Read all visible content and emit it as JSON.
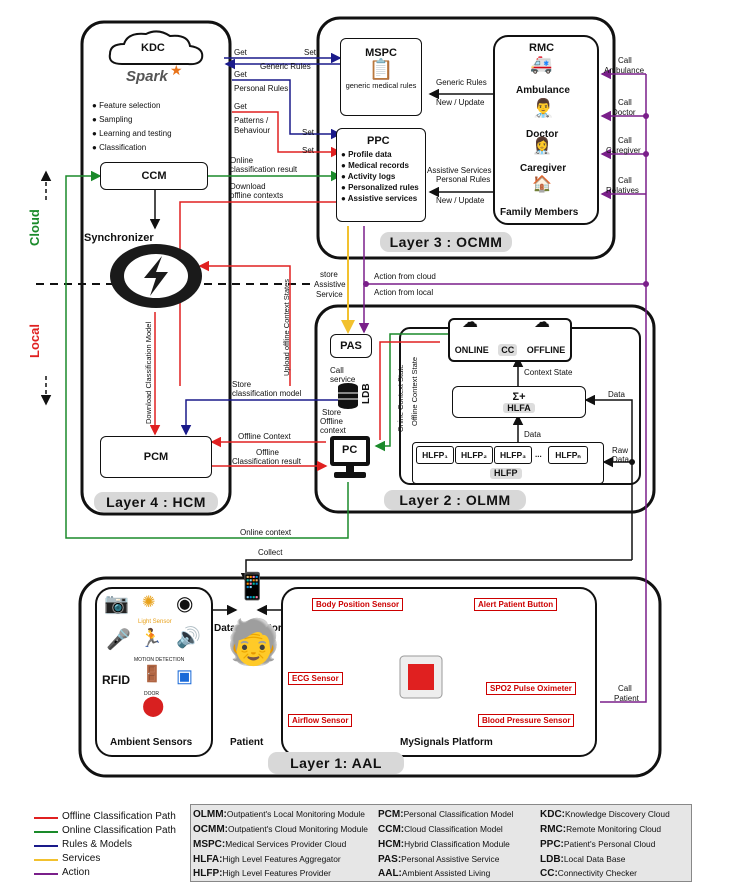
{
  "colors": {
    "offline": "#e02020",
    "online": "#1a8a2a",
    "rules": "#1a1a8a",
    "services": "#f2c12e",
    "action": "#7a1f8a"
  },
  "kdc": {
    "title": "KDC",
    "spark": "Spark",
    "items": [
      "Feature selection",
      "Sampling",
      "Learning and testing",
      "Classification"
    ]
  },
  "ccm": "CCM",
  "synchronizer": "Synchronizer",
  "pcm": "PCM",
  "cloud_label": "Cloud",
  "local_label": "Local",
  "layers": {
    "l1": "Layer 1: AAL",
    "l2": "Layer 2 : OLMM",
    "l3": "Layer 3 : OCMM",
    "l4": "Layer 4 : HCM"
  },
  "mspc": {
    "title": "MSPC",
    "sub": "generic medical rules"
  },
  "ppc": {
    "title": "PPC",
    "items": [
      "Profile data",
      "Medical records",
      "Activity logs",
      "Personalized rules",
      "Assistive services"
    ]
  },
  "rmc": {
    "title": "RMC",
    "items": [
      "Ambulance",
      "Doctor",
      "Caregiver",
      "Family Members"
    ]
  },
  "pas": "PAS",
  "ldb": "LDB",
  "pc": "PC",
  "cc": {
    "online": "ONLINE",
    "cc": "CC",
    "offline": "OFFLINE"
  },
  "hlfa": "HLFA",
  "hlfp": {
    "title": "HLFP",
    "items": [
      "HLFP₁",
      "HLFP₂",
      "HLFP₃",
      "...",
      "HLFPₙ"
    ]
  },
  "labels": {
    "get1": "Get",
    "set1": "Set",
    "generic_rules": "Generic Rules",
    "get2": "Get",
    "personal_rules": "Personal Rules",
    "get3": "Get",
    "patterns": "Patterns /",
    "behaviour": "Behaviour",
    "set2": "Set",
    "set3": "Set",
    "online_class_result": "Online",
    "online_class_result2": "classification result",
    "download_offline": "Download",
    "download_offline2": "offline contexts",
    "generic_rules_rmc": "Generic Rules",
    "new_update1": "New / Update",
    "assist_services": "Assistive Services",
    "personal_rules_rmc": "Personal Rules",
    "new_update2": "New / Update",
    "call_ambulance": "Call",
    "call_ambulance2": "Ambulance",
    "call_doctor": "Call",
    "call_doctor2": "Doctor",
    "call_caregiver": "Call",
    "call_caregiver2": "Caregiver",
    "call_relatives": "Call",
    "call_relatives2": "Relatives",
    "action_cloud": "Action from cloud",
    "action_local": "Action from local",
    "store": "store",
    "assistive": "Assistive",
    "service": "Service",
    "upload_offline": "Upload offline Context States",
    "offline_context_state": "Offline Context State",
    "online_context_state": "Onine Context State",
    "download_model": "Download Classification Model",
    "store_class_model": "Store",
    "store_class_model2": "classification model",
    "call": "Call",
    "service2": "service",
    "store_off": "Store",
    "store_off2": "Offline",
    "store_off3": "context",
    "offline_context": "Offline Context",
    "offline_class_result": "Offline",
    "offline_class_result2": "Classification result",
    "context_state": "Context State",
    "data1": "Data",
    "data2": "Data",
    "raw": "Raw",
    "raw2": "Data",
    "online_context": "Online context",
    "collect": "Collect",
    "data_collector": "Data Collector",
    "patient": "Patient",
    "ambient_sensors": "Ambient Sensors",
    "mysignals": "MySignals Platform",
    "call_patient": "Call",
    "call_patient2": "Patient",
    "light_sensor": "Light Sensor",
    "motion": "MOTION DETECTION",
    "rfid": "RFID",
    "door": "DOOR"
  },
  "sensors": [
    "Body Position Sensor",
    "Alert Patient Button",
    "ECG Sensor",
    "SPO2 Pulse Oximeter",
    "Airflow Sensor",
    "Blood Pressure Sensor"
  ],
  "legend": [
    {
      "label": "Offline Classification Path",
      "color": "#e02020"
    },
    {
      "label": "Online Classification Path",
      "color": "#1a8a2a"
    },
    {
      "label": "Rules & Models",
      "color": "#1a1a8a"
    },
    {
      "label": "Services",
      "color": "#f2c12e"
    },
    {
      "label": "Action",
      "color": "#7a1f8a"
    }
  ],
  "abbreviations": [
    {
      "k": "OLMM:",
      "v": "Outpatient's Local Monitoring Module"
    },
    {
      "k": "PCM:",
      "v": "Personal Classification Model"
    },
    {
      "k": "KDC:",
      "v": "Knowledge Discovery Cloud"
    },
    {
      "k": "OCMM:",
      "v": "Outpatient's Cloud Monitoring Module"
    },
    {
      "k": "CCM:",
      "v": "Cloud Classification Model"
    },
    {
      "k": "RMC:",
      "v": "Remote Monitoring Cloud"
    },
    {
      "k": "MSPC:",
      "v": "Medical Services Provider Cloud"
    },
    {
      "k": "HCM:",
      "v": "Hybrid Classification Module"
    },
    {
      "k": "PPC:",
      "v": "Patient's Personal Cloud"
    },
    {
      "k": "HLFA:",
      "v": "High Level Features Aggregator"
    },
    {
      "k": "PAS:",
      "v": "Personal Assistive Service"
    },
    {
      "k": "LDB:",
      "v": "Local Data Base"
    },
    {
      "k": "HLFP:",
      "v": "High Level Features Provider"
    },
    {
      "k": "AAL:",
      "v": "Ambient Assisted Living"
    },
    {
      "k": "CC:",
      "v": "Connectivity Checker"
    }
  ]
}
